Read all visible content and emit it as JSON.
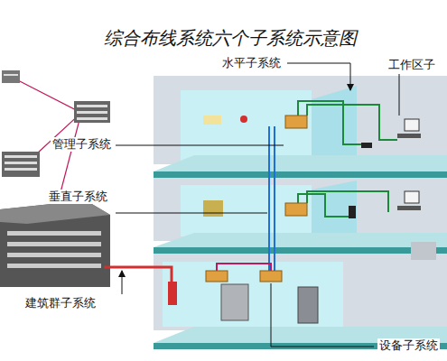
{
  "diagram": {
    "title": "综合布线系统六个子系统示意图",
    "labels": [
      "水平子系统",
      "工作区子",
      "管理子系统",
      "垂直子系统",
      "建筑群子系统",
      "设备子系统"
    ]
  }
}
